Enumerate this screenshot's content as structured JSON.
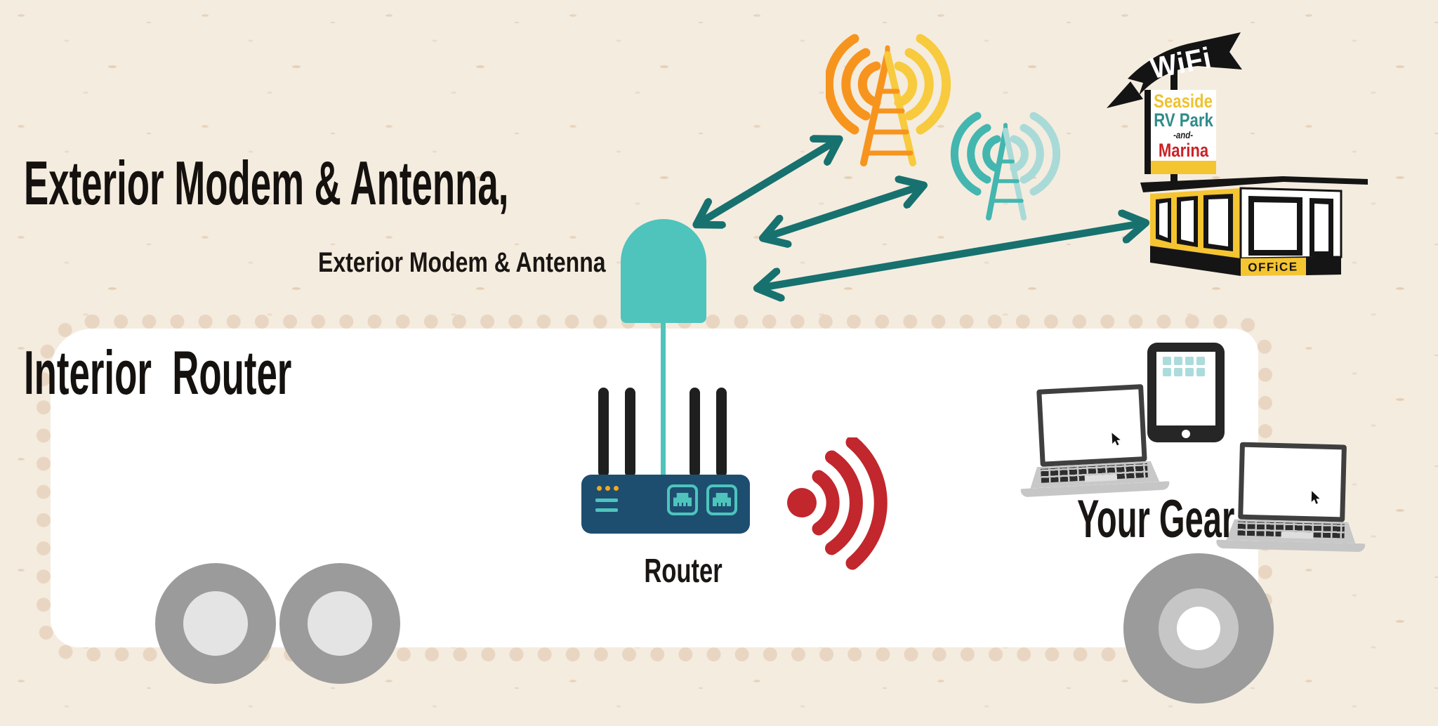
{
  "title": {
    "line1": "Exterior Modem & Antenna,",
    "line2": "Interior  Router"
  },
  "callouts": {
    "exterior_modem_antenna": "Exterior Modem & Antenna",
    "router": "Router",
    "your_gear": "Your Gear"
  },
  "park": {
    "wifi_flag": "WiFi",
    "sign": {
      "lines": [
        "Seaside",
        "RV Park",
        "-and-",
        "Marina"
      ]
    },
    "office": "OFFiCE"
  },
  "icons": {
    "orange_cell_tower": "cell-tower-with-signal-arcs",
    "teal_cell_tower": "cell-tower-with-signal-arcs",
    "antenna_dome": "rooftop-dome-antenna",
    "router": "wifi-router-with-four-antennas-and-ethernet-ports",
    "wifi_signal_red": "wifi-waves-from-dot",
    "signal_arrows": "three-double-headed-arrows",
    "wifi_flag": "black-arrow-banner",
    "office_building": "rv-park-office-kiosk",
    "devices": [
      "laptop",
      "tablet",
      "laptop"
    ],
    "wheels": [
      "dual-rear-wheel",
      "dual-rear-wheel",
      "large-wheel"
    ]
  },
  "colors": {
    "background": "#f4ecdf",
    "teal": "#4ec4bc",
    "arrow_teal": "#17716f",
    "tower_orange": "#f7941e",
    "tower_yellow": "#f8ca3d",
    "tower_teal": "#43b6af",
    "tower_teal_light": "#a8dad8",
    "router_navy": "#1d4e70",
    "wifi_red": "#c1272d",
    "sign_yellow": "#efc22f",
    "sign_teal": "#2f8c89",
    "sign_red": "#cb2127",
    "building_yellow": "#f5c431"
  }
}
